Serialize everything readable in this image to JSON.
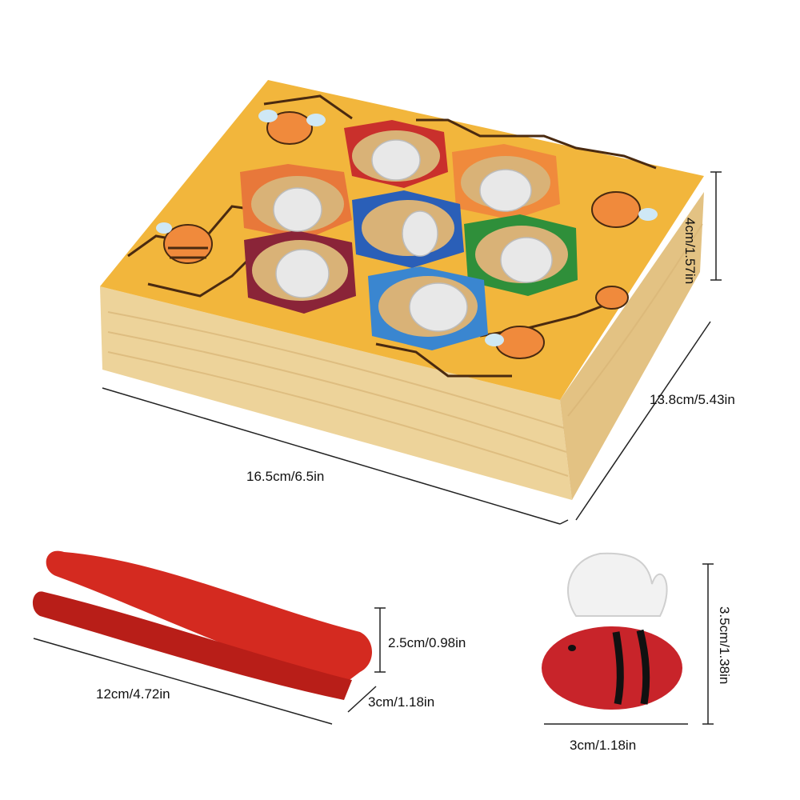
{
  "dimensions": {
    "board_height": "4cm/1.57in",
    "board_depth": "13.8cm/5.43in",
    "board_width": "16.5cm/6.5in",
    "tweezers_height": "2.5cm/0.98in",
    "tweezers_width": "3cm/1.18in",
    "tweezers_length": "12cm/4.72in",
    "bee_height": "3.5cm/1.38in",
    "bee_width": "3cm/1.18in"
  },
  "colors": {
    "wood": "#f0d9a2",
    "wood_side": "#e8c98a",
    "board_top": "#f2b63c",
    "hole_red": "#c9302c",
    "hole_orange": "#e8783a",
    "hole_blue": "#2a5fb8",
    "hole_green": "#2f8f3a",
    "hole_maroon": "#8a2438",
    "hole_lightblue": "#3a86d0",
    "tweezers": "#d42a20",
    "bee_body": "#c8242a"
  }
}
